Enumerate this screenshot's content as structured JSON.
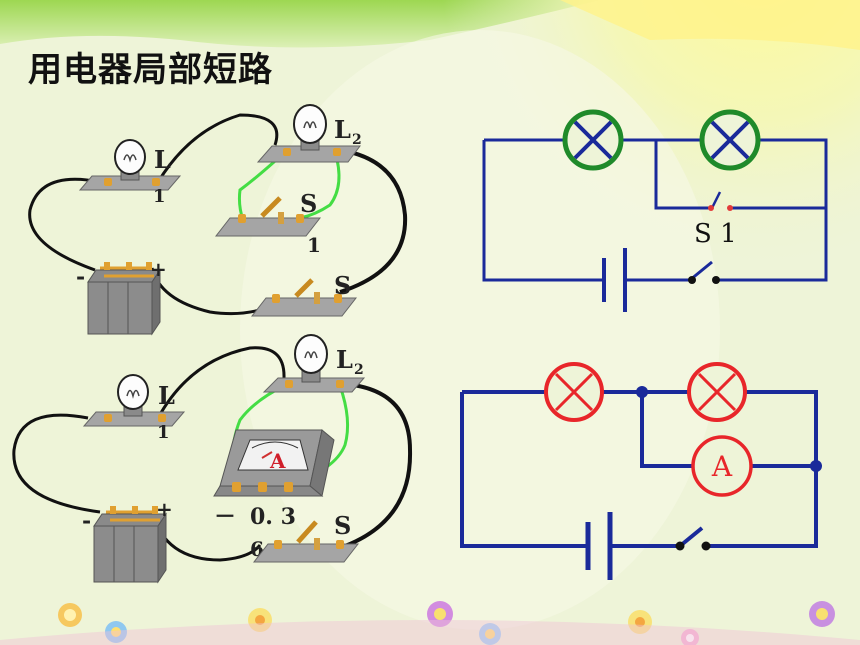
{
  "slide": {
    "title": "用电器局部短路"
  },
  "physical_top": {
    "lamp1_label": "L",
    "lamp1_sub": "1",
    "lamp2_label": "L",
    "lamp2_sub": "2",
    "switch1_label": "S",
    "switch1_sub": "1",
    "switch_main_label": "S",
    "battery_minus": "-",
    "battery_plus": "+"
  },
  "physical_bottom": {
    "lamp1_label": "L",
    "lamp1_sub": "1",
    "lamp2_label": "L",
    "lamp2_sub": "2",
    "ammeter_label": "A",
    "terminal_minus": "－",
    "terminal_03": "0. 3",
    "terminal_6": "6",
    "switch_main_label": "S",
    "battery_minus": "-",
    "battery_plus": "+"
  },
  "schematic_top": {
    "switch_label": "S 1"
  },
  "schematic_bottom": {
    "ammeter_label": "A"
  },
  "colors": {
    "wire_blue": "#1a2a9a",
    "lamp_green": "#1f8a2a",
    "lamp_red": "#e8262a",
    "jumper_green": "#44dd44",
    "board": "#9a9a9a"
  }
}
